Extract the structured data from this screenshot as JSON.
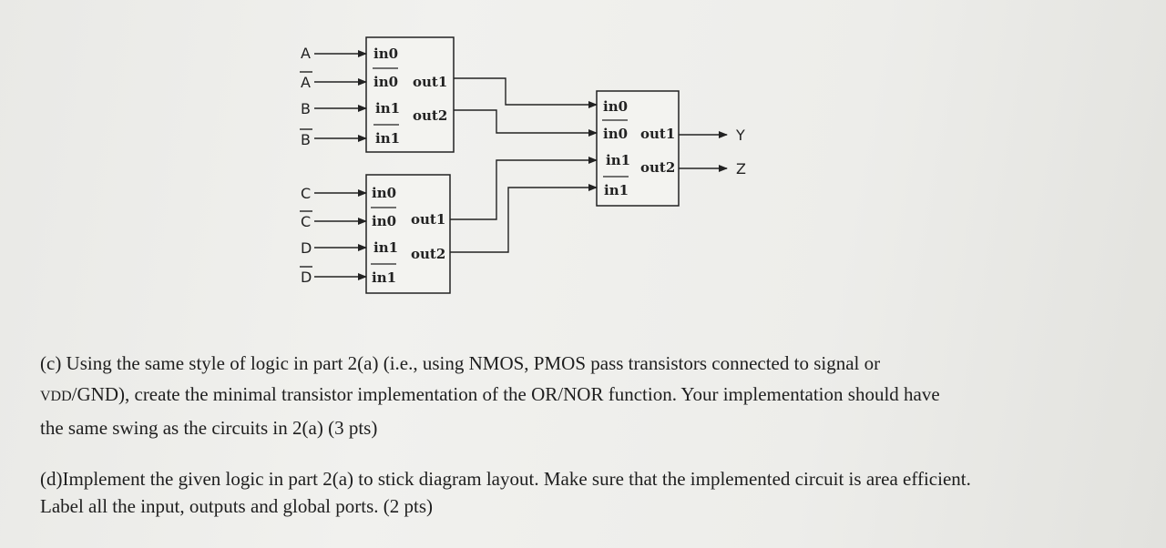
{
  "diagram": {
    "inputs": [
      "A",
      "A",
      "B",
      "B",
      "C",
      "C",
      "D",
      "D"
    ],
    "pins": {
      "in0": "in0",
      "in1": "in1",
      "out1": "out1",
      "out2": "out2"
    },
    "outputs": [
      "Y",
      "Z"
    ]
  },
  "questions": {
    "c": {
      "line1": "(c) Using the same style of logic in part 2(a) (i.e., using NMOS, PMOS pass transistors connected to signal or",
      "vdd": "VDD",
      "line2_rest": "/GND), create the minimal transistor implementation of the OR/NOR function. Your implementation should have",
      "line3": "the same swing as the circuits in 2(a) (3 pts)"
    },
    "d": {
      "line1": "(d)Implement the given logic in part 2(a) to stick diagram layout. Make sure that the implemented circuit is area efficient.",
      "line2": "Label all the input, outputs and global ports. (2 pts)"
    }
  }
}
